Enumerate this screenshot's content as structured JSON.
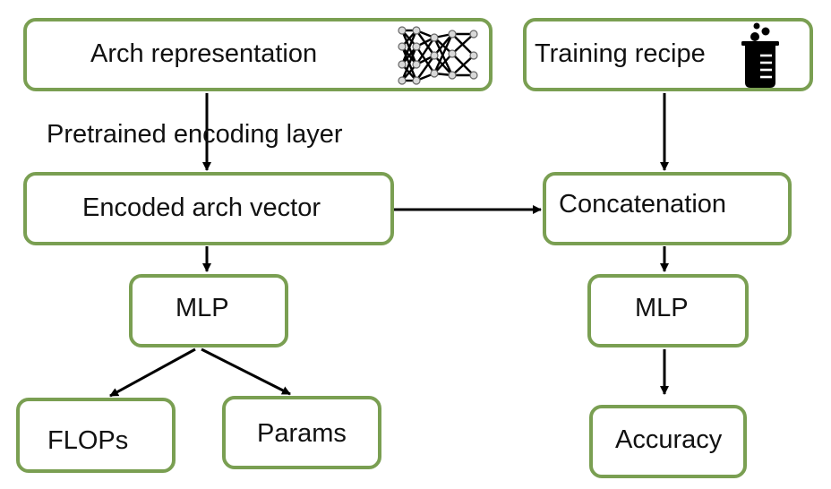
{
  "diagram": {
    "nodes": {
      "arch_representation": "Arch representation",
      "training_recipe": "Training recipe",
      "encoded_arch_vector": "Encoded arch vector",
      "concatenation": "Concatenation",
      "mlp_left": "MLP",
      "mlp_right": "MLP",
      "flops": "FLOPs",
      "params": "Params",
      "accuracy": "Accuracy"
    },
    "edge_labels": {
      "pretrained_encoding_layer": "Pretrained encoding layer"
    },
    "icons": {
      "arch": "neural-network-icon",
      "recipe": "beaker-icon"
    },
    "colors": {
      "box_border": "#7a9f52",
      "arrow": "#000000"
    }
  }
}
